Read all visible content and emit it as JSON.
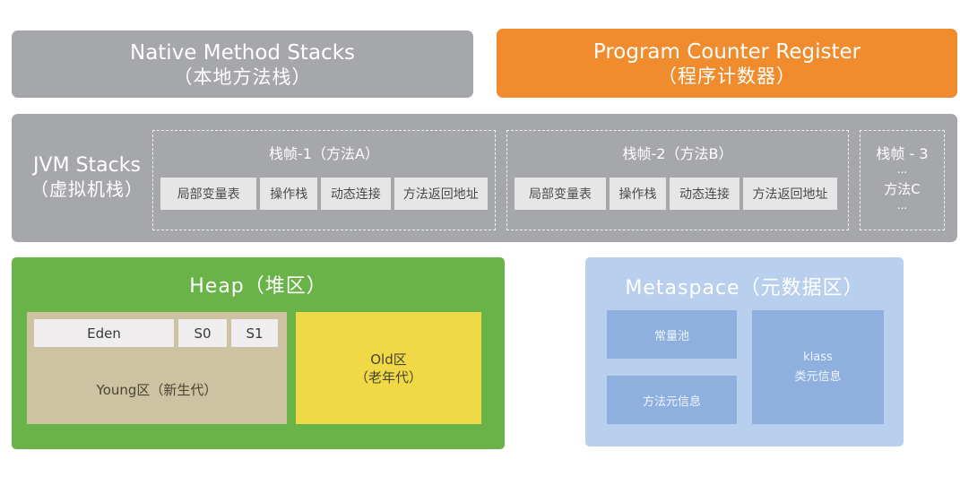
{
  "native_method_stacks": {
    "title": "Native Method Stacks",
    "subtitle": "（本地方法栈）",
    "color": "#a6a7ab"
  },
  "program_counter_register": {
    "title": "Program Counter Register",
    "subtitle": "（程序计数器）",
    "color": "#f08c2d"
  },
  "jvm_stacks": {
    "title": "JVM Stacks",
    "subtitle": "（虚拟机栈）",
    "frames": [
      {
        "title": "栈帧-1（方法A）",
        "cells": [
          "局部变量表",
          "操作栈",
          "动态连接",
          "方法返回地址"
        ]
      },
      {
        "title": "栈帧-2（方法B）",
        "cells": [
          "局部变量表",
          "操作栈",
          "动态连接",
          "方法返回地址"
        ]
      }
    ],
    "frame3": {
      "title": "栈帧 - 3",
      "ellipsis_top": "...",
      "method": "方法C",
      "ellipsis_bottom": "..."
    }
  },
  "heap": {
    "title": "Heap（堆区）",
    "young": {
      "cells": [
        "Eden",
        "S0",
        "S1"
      ],
      "label": "Young区（新生代）"
    },
    "old": {
      "line1": "Old区",
      "line2": "（老年代）"
    },
    "color": "#6ab348"
  },
  "metaspace": {
    "title": "Metaspace（元数据区）",
    "constant_pool": "常量池",
    "method_meta": "方法元信息",
    "klass_line1": "klass",
    "klass_line2": "类元信息",
    "color": "#b8cfee"
  }
}
